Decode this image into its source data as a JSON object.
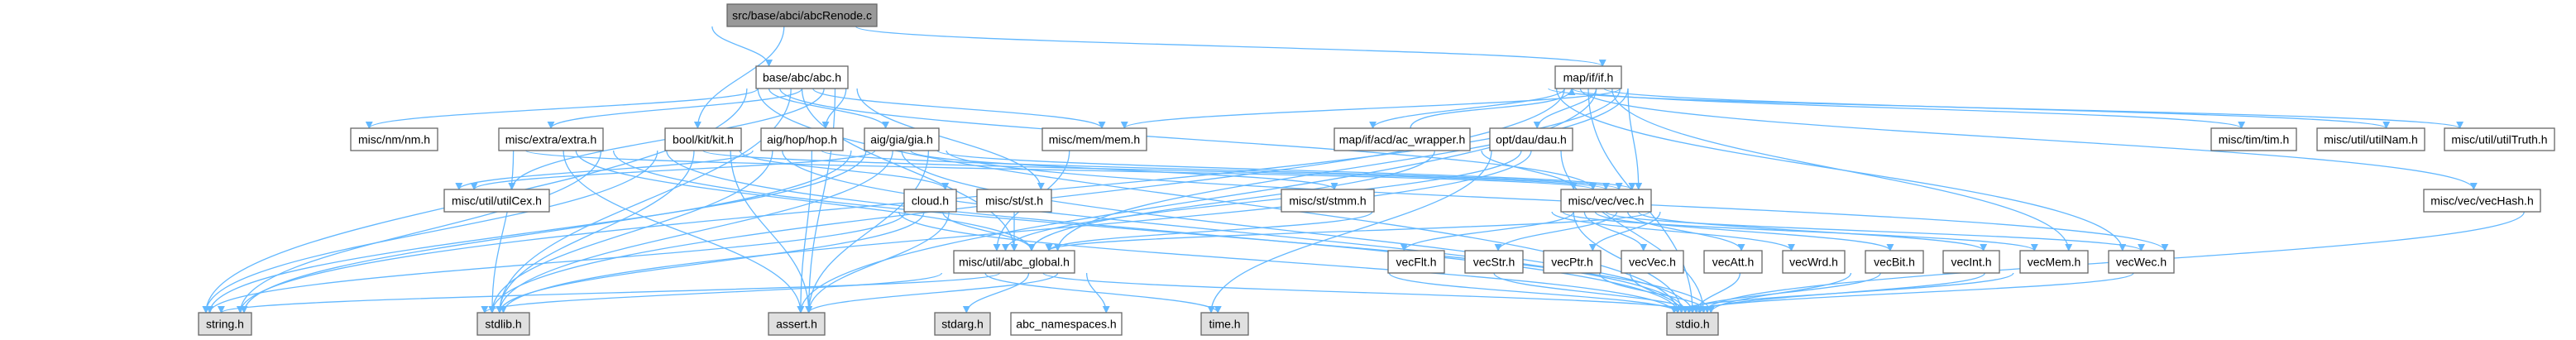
{
  "graph": {
    "type": "include-dependency-graph",
    "colors": {
      "edge": "#63b8ff",
      "root_fill": "#999999",
      "node_fill": "#ffffff",
      "system_fill": "#e0e0e0",
      "border": "#666666"
    },
    "nodes": {
      "root": {
        "label": "src/base/abci/abcRenode.c",
        "kind": "root"
      },
      "abc": {
        "label": "base/abc/abc.h",
        "kind": "local"
      },
      "if": {
        "label": "map/if/if.h",
        "kind": "local"
      },
      "nm": {
        "label": "misc/nm/nm.h",
        "kind": "local"
      },
      "extra": {
        "label": "misc/extra/extra.h",
        "kind": "local"
      },
      "kit": {
        "label": "bool/kit/kit.h",
        "kind": "local"
      },
      "hop": {
        "label": "aig/hop/hop.h",
        "kind": "local"
      },
      "gia": {
        "label": "aig/gia/gia.h",
        "kind": "local"
      },
      "mem": {
        "label": "misc/mem/mem.h",
        "kind": "local"
      },
      "acw": {
        "label": "map/if/acd/ac_wrapper.h",
        "kind": "local"
      },
      "dau": {
        "label": "opt/dau/dau.h",
        "kind": "local"
      },
      "tim": {
        "label": "misc/tim/tim.h",
        "kind": "local"
      },
      "utilNam": {
        "label": "misc/util/utilNam.h",
        "kind": "local"
      },
      "utilTruth": {
        "label": "misc/util/utilTruth.h",
        "kind": "local"
      },
      "utilCex": {
        "label": "misc/util/utilCex.h",
        "kind": "local"
      },
      "cloud": {
        "label": "cloud.h",
        "kind": "local"
      },
      "st": {
        "label": "misc/st/st.h",
        "kind": "local"
      },
      "stmm": {
        "label": "misc/st/stmm.h",
        "kind": "local"
      },
      "vec": {
        "label": "misc/vec/vec.h",
        "kind": "local"
      },
      "vecHash": {
        "label": "misc/vec/vecHash.h",
        "kind": "local"
      },
      "global": {
        "label": "misc/util/abc_global.h",
        "kind": "local"
      },
      "vecFlt": {
        "label": "vecFlt.h",
        "kind": "local"
      },
      "vecStr": {
        "label": "vecStr.h",
        "kind": "local"
      },
      "vecPtr": {
        "label": "vecPtr.h",
        "kind": "local"
      },
      "vecVec": {
        "label": "vecVec.h",
        "kind": "local"
      },
      "vecAtt": {
        "label": "vecAtt.h",
        "kind": "local"
      },
      "vecWrd": {
        "label": "vecWrd.h",
        "kind": "local"
      },
      "vecBit": {
        "label": "vecBit.h",
        "kind": "local"
      },
      "vecInt": {
        "label": "vecInt.h",
        "kind": "local"
      },
      "vecMem": {
        "label": "vecMem.h",
        "kind": "local"
      },
      "vecWec": {
        "label": "vecWec.h",
        "kind": "local"
      },
      "string": {
        "label": "string.h",
        "kind": "system"
      },
      "stdlib": {
        "label": "stdlib.h",
        "kind": "system"
      },
      "assert": {
        "label": "assert.h",
        "kind": "system"
      },
      "stdarg": {
        "label": "stdarg.h",
        "kind": "system"
      },
      "namespaces": {
        "label": "abc_namespaces.h",
        "kind": "local"
      },
      "time": {
        "label": "time.h",
        "kind": "system"
      },
      "stdio": {
        "label": "stdio.h",
        "kind": "system"
      }
    },
    "edges": [
      [
        "root",
        "abc"
      ],
      [
        "root",
        "kit"
      ],
      [
        "root",
        "if"
      ],
      [
        "abc",
        "nm"
      ],
      [
        "abc",
        "extra"
      ],
      [
        "abc",
        "hop"
      ],
      [
        "abc",
        "gia"
      ],
      [
        "abc",
        "mem"
      ],
      [
        "abc",
        "st"
      ],
      [
        "abc",
        "vec"
      ],
      [
        "abc",
        "utilCex"
      ],
      [
        "abc",
        "string"
      ],
      [
        "abc",
        "stdlib"
      ],
      [
        "abc",
        "assert"
      ],
      [
        "abc",
        "stdio"
      ],
      [
        "abc",
        "global"
      ],
      [
        "if",
        "mem"
      ],
      [
        "if",
        "acw"
      ],
      [
        "if",
        "dau"
      ],
      [
        "if",
        "vec"
      ],
      [
        "if",
        "tim"
      ],
      [
        "if",
        "utilNam"
      ],
      [
        "if",
        "utilTruth"
      ],
      [
        "if",
        "vecHash"
      ],
      [
        "if",
        "vecMem"
      ],
      [
        "if",
        "vecWec"
      ],
      [
        "if",
        "stdio"
      ],
      [
        "if",
        "string"
      ],
      [
        "if",
        "stdlib"
      ],
      [
        "if",
        "assert"
      ],
      [
        "if",
        "global"
      ],
      [
        "acw",
        "if"
      ],
      [
        "acw",
        "global"
      ],
      [
        "dau",
        "vec"
      ],
      [
        "dau",
        "global"
      ],
      [
        "dau",
        "stdio"
      ],
      [
        "dau",
        "time"
      ],
      [
        "dau",
        "stdlib"
      ],
      [
        "extra",
        "string"
      ],
      [
        "extra",
        "stdlib"
      ],
      [
        "extra",
        "assert"
      ],
      [
        "extra",
        "stdio"
      ],
      [
        "extra",
        "vec"
      ],
      [
        "extra",
        "global"
      ],
      [
        "kit",
        "string"
      ],
      [
        "kit",
        "stdlib"
      ],
      [
        "kit",
        "assert"
      ],
      [
        "kit",
        "stdio"
      ],
      [
        "kit",
        "vec"
      ],
      [
        "kit",
        "cloud"
      ],
      [
        "hop",
        "stdlib"
      ],
      [
        "hop",
        "assert"
      ],
      [
        "hop",
        "string"
      ],
      [
        "hop",
        "stdio"
      ],
      [
        "hop",
        "vec"
      ],
      [
        "hop",
        "utilCex"
      ],
      [
        "gia",
        "stdlib"
      ],
      [
        "gia",
        "assert"
      ],
      [
        "gia",
        "string"
      ],
      [
        "gia",
        "stdio"
      ],
      [
        "gia",
        "vec"
      ],
      [
        "gia",
        "utilCex"
      ],
      [
        "gia",
        "stmm"
      ],
      [
        "gia",
        "vecWec"
      ],
      [
        "mem",
        "global"
      ],
      [
        "cloud",
        "global"
      ],
      [
        "cloud",
        "stdio"
      ],
      [
        "cloud",
        "stdlib"
      ],
      [
        "cloud",
        "assert"
      ],
      [
        "cloud",
        "string"
      ],
      [
        "st",
        "global"
      ],
      [
        "stmm",
        "global"
      ],
      [
        "vec",
        "vecFlt"
      ],
      [
        "vec",
        "vecStr"
      ],
      [
        "vec",
        "vecPtr"
      ],
      [
        "vec",
        "vecVec"
      ],
      [
        "vec",
        "vecAtt"
      ],
      [
        "vec",
        "vecWrd"
      ],
      [
        "vec",
        "vecBit"
      ],
      [
        "vec",
        "vecInt"
      ],
      [
        "vec",
        "vecMem"
      ],
      [
        "vec",
        "vecWec"
      ],
      [
        "vec",
        "global"
      ],
      [
        "vec",
        "stdio"
      ],
      [
        "global",
        "stdarg"
      ],
      [
        "global",
        "namespaces"
      ],
      [
        "global",
        "time"
      ],
      [
        "global",
        "stdio"
      ],
      [
        "global",
        "stdlib"
      ],
      [
        "global",
        "string"
      ],
      [
        "global",
        "assert"
      ],
      [
        "vecFlt",
        "stdio"
      ],
      [
        "vecStr",
        "stdio"
      ],
      [
        "vecPtr",
        "stdio"
      ],
      [
        "vecVec",
        "stdio"
      ],
      [
        "vecAtt",
        "stdio"
      ],
      [
        "vecWrd",
        "stdio"
      ],
      [
        "vecBit",
        "stdio"
      ],
      [
        "vecInt",
        "stdio"
      ],
      [
        "vecMem",
        "stdio"
      ],
      [
        "vecWec",
        "stdio"
      ],
      [
        "vecHash",
        "stdio"
      ]
    ]
  }
}
